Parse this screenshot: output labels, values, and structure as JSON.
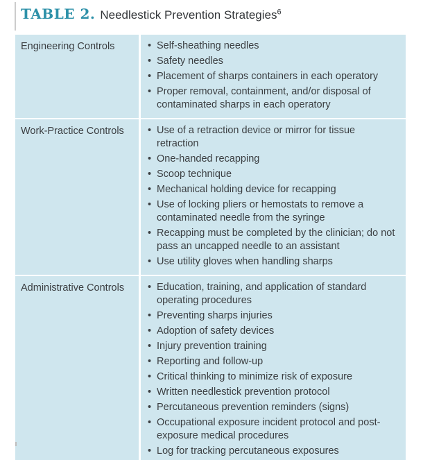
{
  "title": {
    "label": "TABLE 2.",
    "text": "Needlestick Prevention Strategies",
    "reference": "6"
  },
  "bullet_char": "•",
  "colors": {
    "table_background": "#cfe6ee",
    "title_accent_teal": "#2e91a9",
    "body_text": "#3b3e41",
    "row_divider_white": "#ffffff",
    "page_background": "#ffffff",
    "title_rule_gray": "#cccccc"
  },
  "table": {
    "rows": [
      {
        "category": "Engineering Controls",
        "items": [
          "Self-sheathing needles",
          "Safety needles",
          "Placement of sharps containers in each operatory",
          "Proper removal, containment, and/or disposal of contaminated sharps in each operatory"
        ]
      },
      {
        "category": "Work-Practice Controls",
        "items": [
          "Use of a retraction device or mirror for tissue retraction",
          "One-handed recapping",
          "Scoop technique",
          "Mechanical holding device for recapping",
          "Use of locking pliers or hemostats to remove a contaminated needle from the syringe",
          "Recapping must be completed by the clinician; do not pass an uncapped needle to an assistant",
          "Use utility gloves when handling sharps"
        ]
      },
      {
        "category": "Administrative Controls",
        "items": [
          "Education, training, and application of standard operating procedures",
          "Preventing sharps injuries",
          "Adoption of safety devices",
          "Injury prevention training",
          "Reporting and follow-up",
          "Critical thinking to minimize risk of exposure",
          "Written needlestick prevention protocol",
          "Percutaneous prevention reminders (signs)",
          "Occupational exposure incident protocol and post-exposure medical procedures",
          "Log for tracking percutaneous exposures"
        ]
      }
    ]
  }
}
